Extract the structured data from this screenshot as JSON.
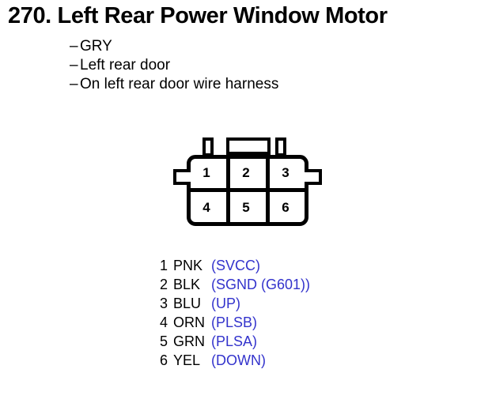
{
  "title": "270. Left Rear Power Window Motor",
  "notes": [
    {
      "dash": "–",
      "text": "GRY"
    },
    {
      "dash": "–",
      "text": "Left rear door"
    },
    {
      "dash": "–",
      "text": "On left rear door wire harness"
    }
  ],
  "connector": {
    "shape": "6-way rectangular connector, 2 rows x 3 columns",
    "cells": [
      {
        "number": "1"
      },
      {
        "number": "2"
      },
      {
        "number": "3"
      },
      {
        "number": "4"
      },
      {
        "number": "5"
      },
      {
        "number": "6"
      }
    ]
  },
  "legend": [
    {
      "pin": "1",
      "color": "PNK",
      "signal": "(SVCC)"
    },
    {
      "pin": "2",
      "color": "BLK",
      "signal": "(SGND (G601))"
    },
    {
      "pin": "3",
      "color": "BLU",
      "signal": "(UP)"
    },
    {
      "pin": "4",
      "color": "ORN",
      "signal": "(PLSB)"
    },
    {
      "pin": "5",
      "color": "GRN",
      "signal": "(PLSA)"
    },
    {
      "pin": "6",
      "color": "YEL",
      "signal": "(DOWN)"
    }
  ],
  "colors": {
    "background": "#ffffff",
    "text": "#000000",
    "signal_blue": "#3333cc",
    "outline": "#000000"
  }
}
